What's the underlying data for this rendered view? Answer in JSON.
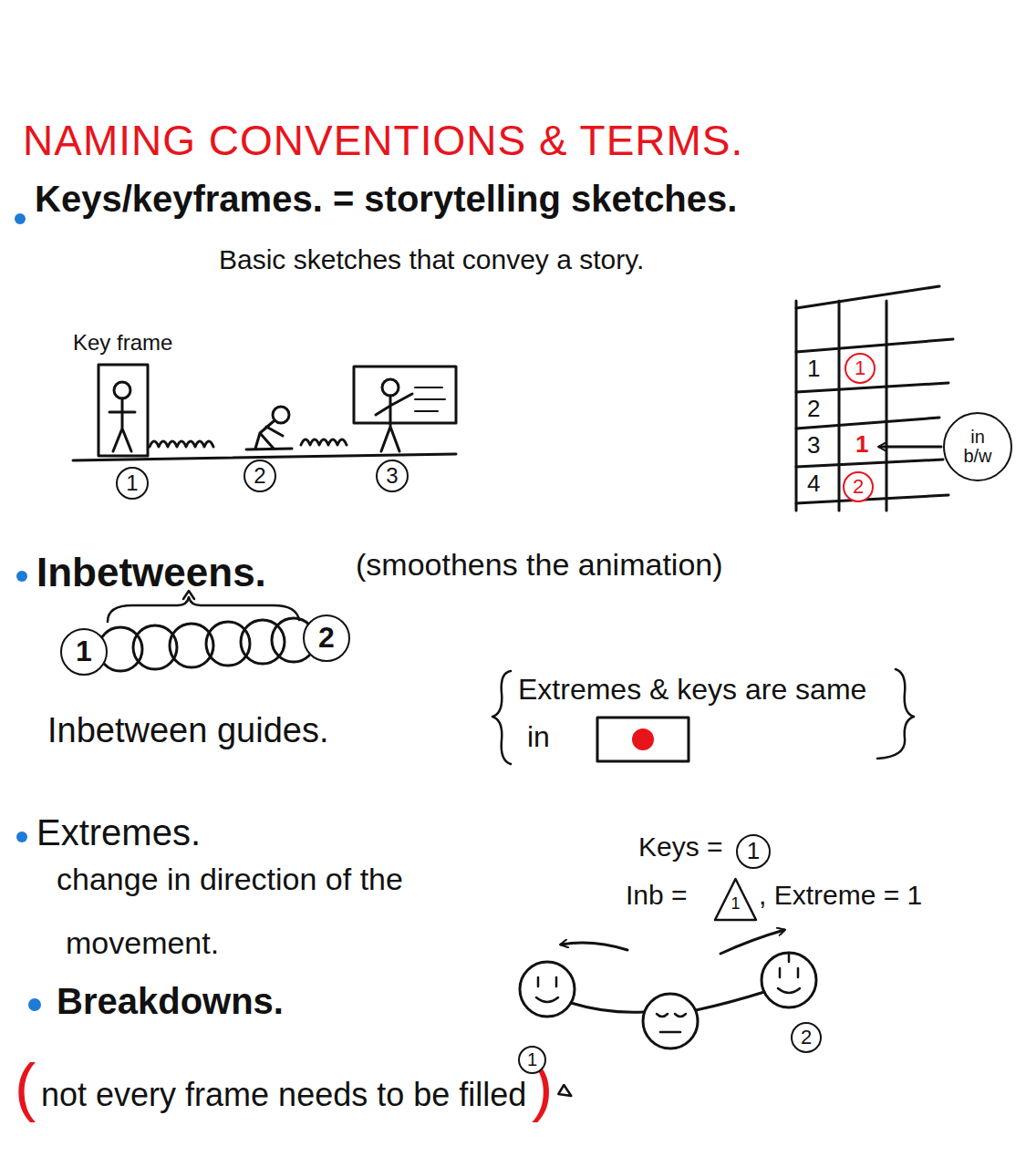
{
  "diagram": {
    "title": "NAMING CONVENTIONS & TERMS.",
    "nodes": [
      {
        "text": [
          "1"
        ]
      },
      {
        "text": [
          "2"
        ]
      },
      {
        "text": [
          "3"
        ]
      },
      {
        "text": [
          "1"
        ]
      },
      {
        "text": [
          "2"
        ]
      },
      {
        "text": [
          "in b/w"
        ]
      },
      {
        "text": [
          "1"
        ]
      },
      {
        "text": [
          "2"
        ]
      },
      {
        "text": [
          "1"
        ]
      },
      {
        "text": [
          "1"
        ]
      },
      {
        "text": [
          "1"
        ]
      },
      {
        "text": [
          "2"
        ]
      }
    ],
    "labels": [
      "Keys/keyframes. = storytelling sketches.",
      "Basic sketches that convey a story.",
      "Key frame",
      "1",
      "2",
      "3",
      "4",
      "1",
      "Inbetweens.",
      "(smoothens the animation)",
      "Inbetween guides.",
      "Extremes & keys are same",
      "in",
      "Extremes.",
      "change in direction of the",
      "movement.",
      "Breakdowns.",
      "Keys =",
      "Inb =",
      ", Extreme = 1",
      "(",
      "not every frame needs to be filled",
      ")"
    ]
  }
}
